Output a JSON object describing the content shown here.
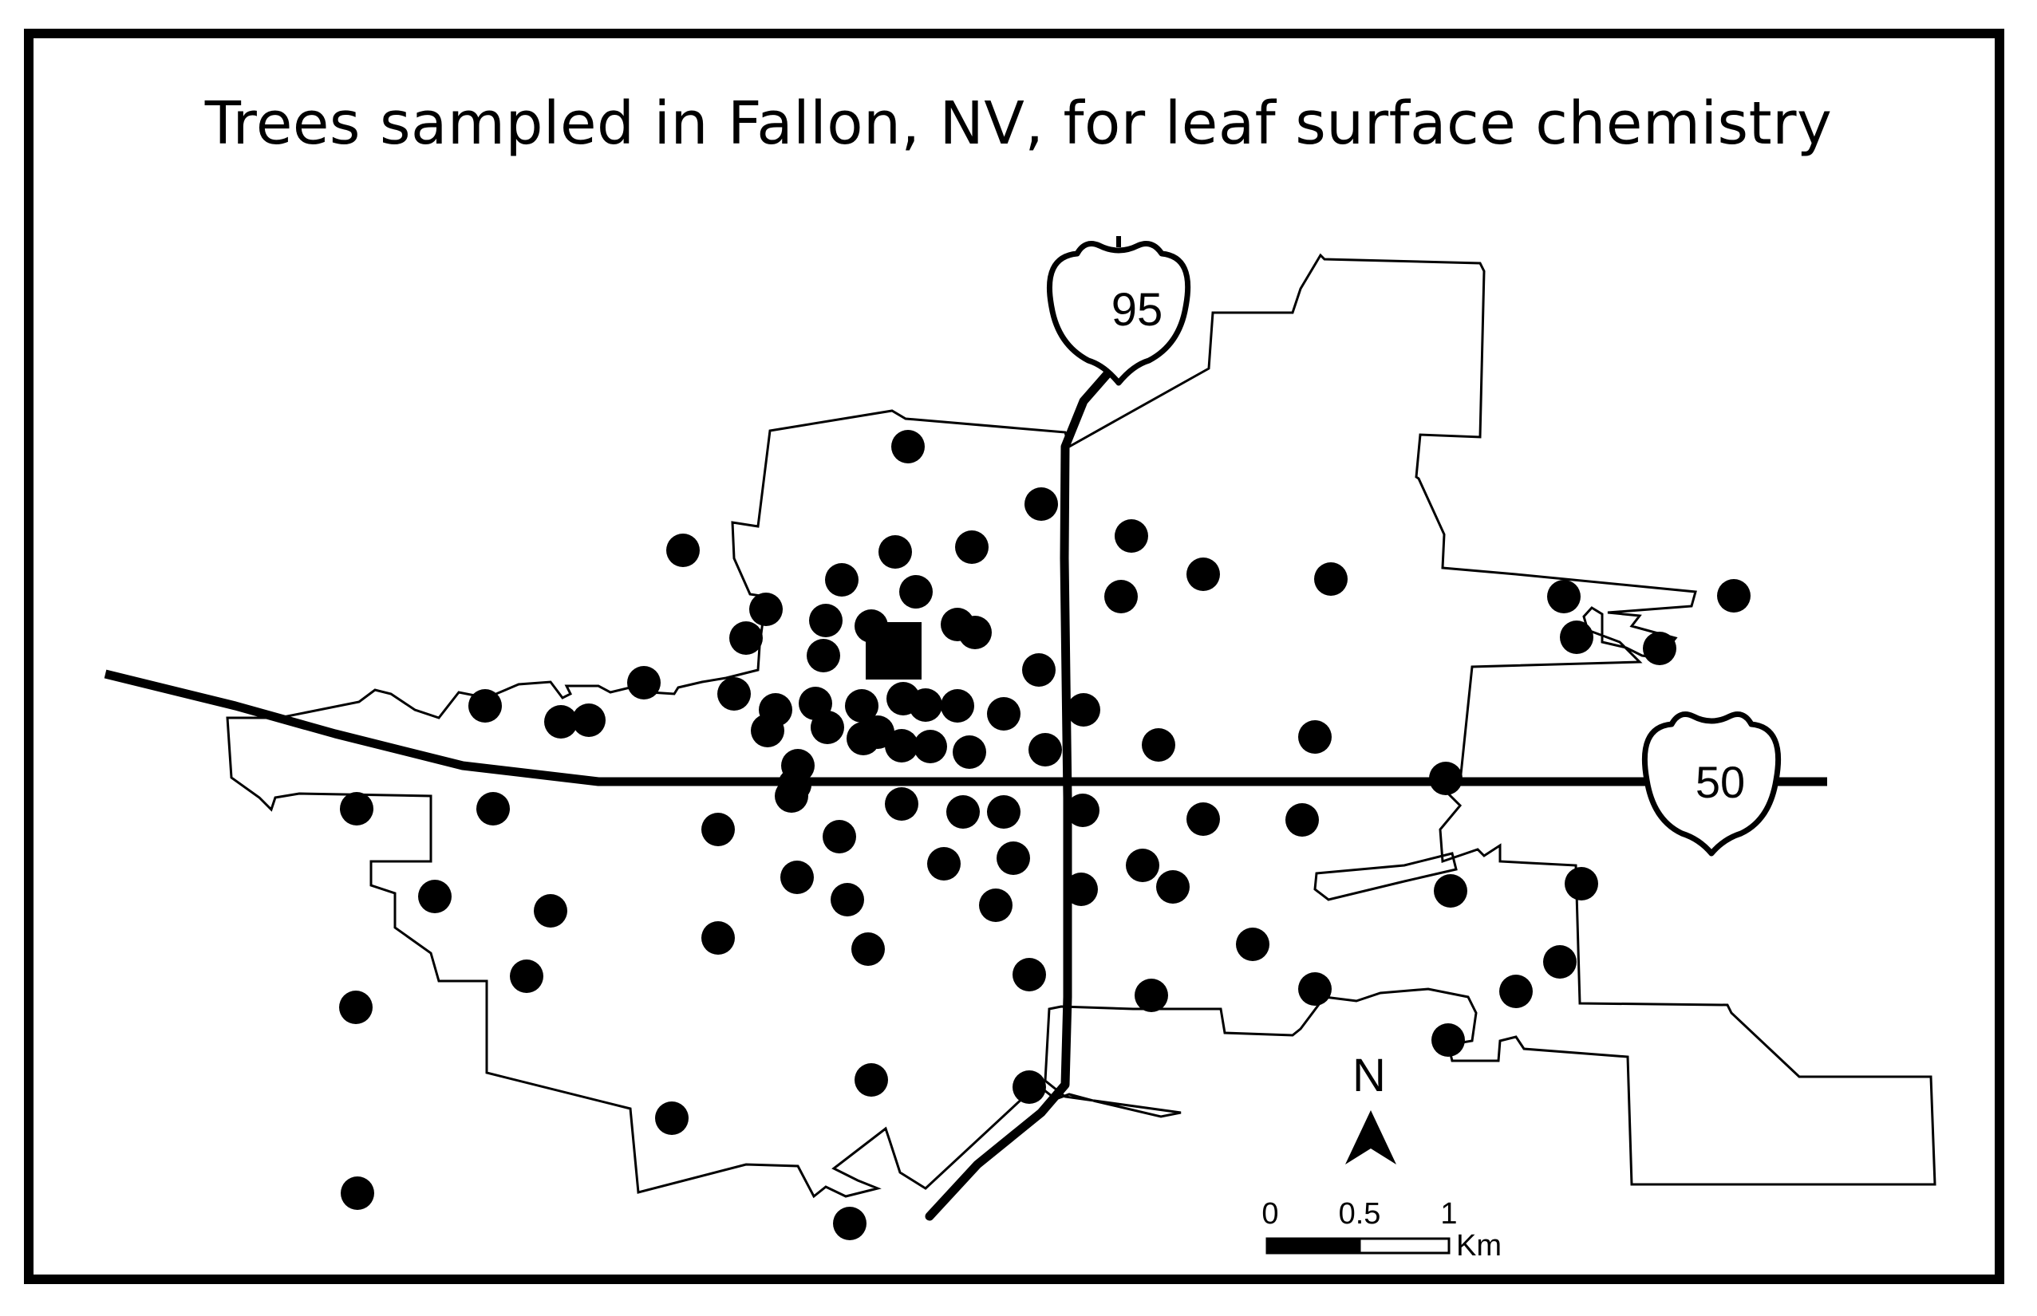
{
  "title": "Trees sampled in Fallon, NV, for leaf surface chemistry",
  "highways": [
    {
      "id": "us-95",
      "label": "95"
    },
    {
      "id": "us-50",
      "label": "50"
    }
  ],
  "north_arrow": {
    "label": "N"
  },
  "scale_bar": {
    "ticks": [
      "0",
      "0.5",
      "1"
    ],
    "unit": "Km"
  },
  "colors": {
    "ink": "#000000",
    "background": "#ffffff"
  }
}
